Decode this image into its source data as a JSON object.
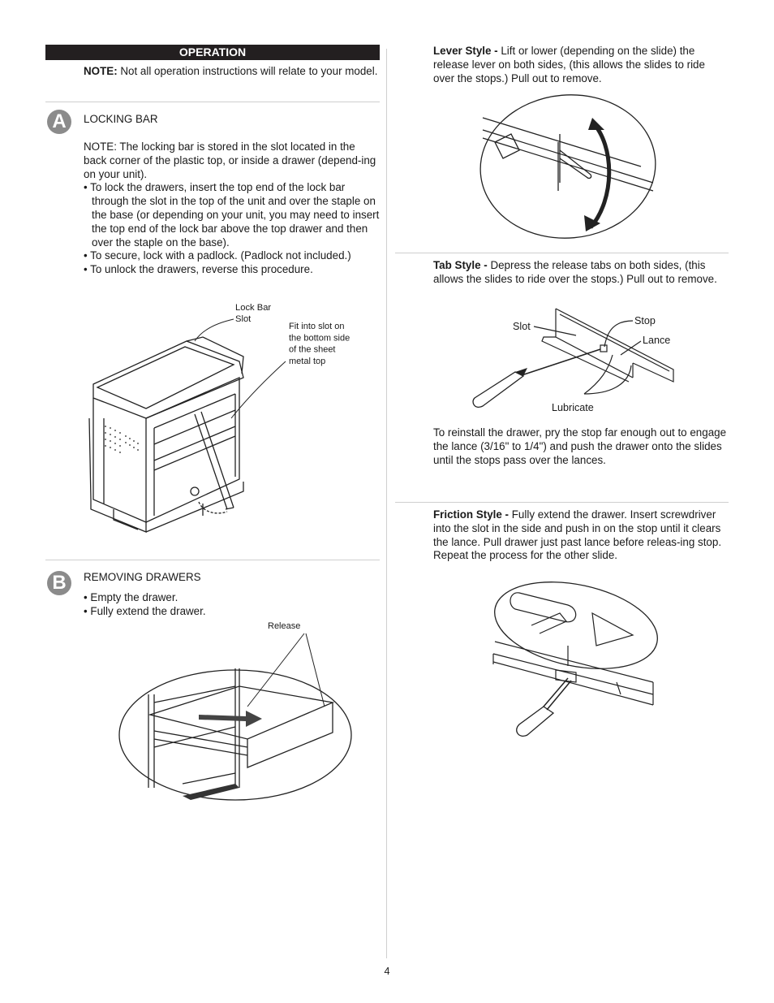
{
  "header": {
    "section_title": "OPERATION"
  },
  "note": {
    "label": "NOTE:",
    "text": " Not all operation instructions will relate to your model."
  },
  "section_a": {
    "badge": "A",
    "title": "LOCKING BAR",
    "note": "NOTE:  The locking bar is stored in the slot located in the back corner of the plastic top, or inside a drawer (depend-ing on your unit).",
    "bullets": [
      "• To lock the drawers, insert the top end of the lock bar through the slot in the top of the unit and over the staple on the base (or depending on your unit, you may need to insert the top end of the lock bar above the top drawer and then over the staple on the base).",
      "• To secure, lock with a padlock. (Padlock not included.)",
      "• To unlock the drawers, reverse this procedure."
    ],
    "figure": {
      "callout_1": [
        "Lock Bar",
        "Slot"
      ],
      "callout_2": [
        "Fit into slot on",
        "the bottom side",
        "of the sheet",
        "metal top"
      ]
    }
  },
  "section_b": {
    "badge": "B",
    "title": "REMOVING DRAWERS",
    "bullets": [
      "• Empty the drawer.",
      "• Fully extend the drawer."
    ],
    "figure": {
      "callout": "Release"
    }
  },
  "lever": {
    "label": "Lever Style -",
    "text": " Lift or lower (depending on the slide) the release lever on both sides, (this allows the slides to ride over the stops.) Pull out to remove."
  },
  "tab": {
    "label": "Tab Style -",
    "text": " Depress the release tabs on both sides, (this allows the slides to ride over the stops.) Pull out to remove.",
    "figure": {
      "slot": "Slot",
      "stop": "Stop",
      "lance": "Lance",
      "lubricate": "Lubricate"
    },
    "reinstall": "To reinstall the drawer, pry the stop far enough out to engage the lance (3/16\" to 1/4\") and push the drawer onto the slides until the stops pass over the lances."
  },
  "friction": {
    "label": "Friction Style -",
    "text": " Fully extend the drawer. Insert screwdriver into the slot in the side and push in on the stop until it clears the lance. Pull drawer just past lance before releas-ing stop. Repeat the process for the other slide."
  },
  "footer": {
    "page_number": "4"
  }
}
